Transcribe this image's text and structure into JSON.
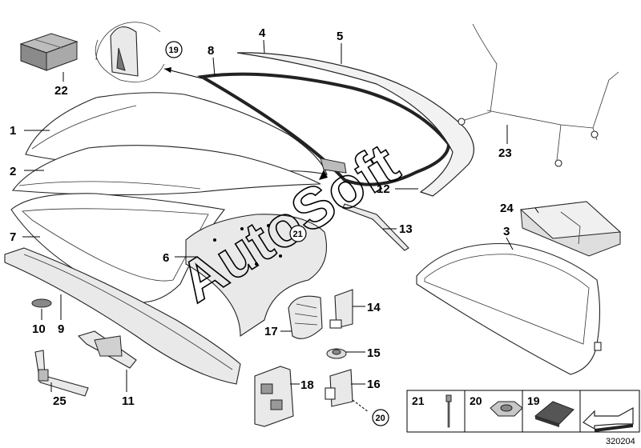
{
  "diagram": {
    "reference_number": "320204",
    "watermark": "AutoSoft",
    "callouts": {
      "c1": "1",
      "c2": "2",
      "c3": "3",
      "c4": "4",
      "c5": "5",
      "c6": "6",
      "c7": "7",
      "c8": "8",
      "c9": "9",
      "c10": "10",
      "c11": "11",
      "c12": "12",
      "c13": "13",
      "c14": "14",
      "c15": "15",
      "c16": "16",
      "c17": "17",
      "c18": "18",
      "c22": "22",
      "c23": "23",
      "c24": "24",
      "c25": "25"
    },
    "circled_refs": {
      "r19_detail": "19",
      "r21_body": "21",
      "r20_hinge": "20"
    },
    "legend": {
      "items": [
        {
          "number": "21",
          "icon": "rivet-icon"
        },
        {
          "number": "20",
          "icon": "nut-icon"
        },
        {
          "number": "19",
          "icon": "pad-icon"
        },
        {
          "number": "",
          "icon": "arrow-icon"
        }
      ]
    }
  }
}
